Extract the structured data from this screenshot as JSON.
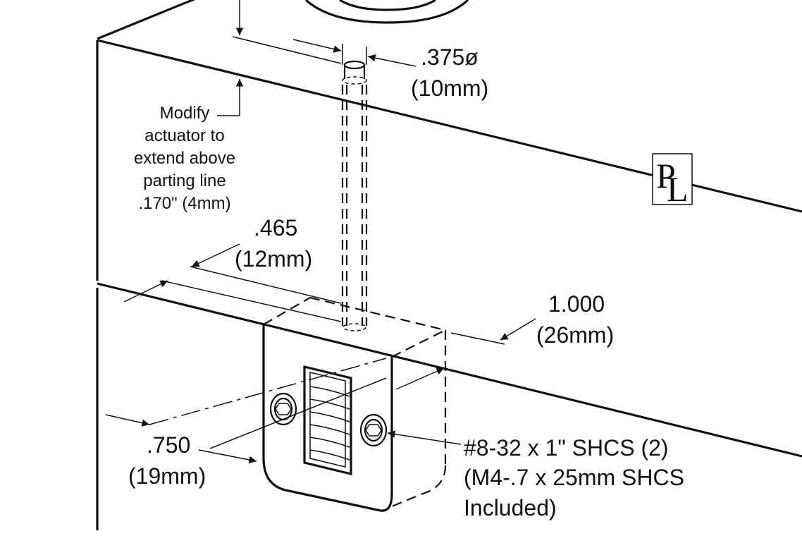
{
  "dimensions": {
    "pin_diameter": {
      "value": ".375ø",
      "metric": "(10mm)"
    },
    "pin_offset": {
      "value": ".465",
      "metric": "(12mm)"
    },
    "block_depth": {
      "value": "1.000",
      "metric": "(26mm)"
    },
    "block_width": {
      "value": ".750",
      "metric": "(19mm)"
    }
  },
  "notes": {
    "actuator_lines": [
      "Modify",
      "actuator to",
      "extend above",
      "parting line",
      ".170\" (4mm)"
    ],
    "screw_lines": [
      "#8-32 x 1\" SHCS (2)",
      "(M4-.7 x 25mm SHCS",
      "Included)"
    ]
  },
  "parting_line_symbol": {
    "upper": "P",
    "lower": "L"
  }
}
